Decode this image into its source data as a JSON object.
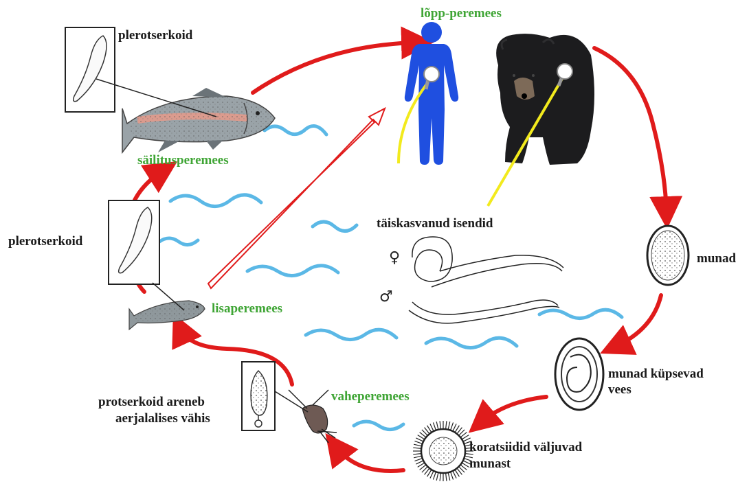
{
  "labels": {
    "definitive_host": "lõpp-peremees",
    "plerocercoid_top": "plerotserkoid",
    "paratenic_host": "säilitusperemees",
    "plerocercoid_left": "plerotserkoid",
    "second_intermediate_host": "lisaperemees",
    "adult_worms": "täiskasvanud isendid",
    "eggs": "munad",
    "eggs_mature_line1": "munad küpsevad",
    "eggs_mature_line2": "vees",
    "coracidia_line1": "koratsiidid väljuvad",
    "coracidia_line2": "munast",
    "first_intermediate_host": "vaheperemees",
    "procercoid_line1": "protserkoid areneb",
    "procercoid_line2": "aerjalalises vähis"
  },
  "symbols": {
    "female": "♀",
    "male": "♂"
  },
  "colors": {
    "arrow": "#e01b1b",
    "host_label": "#3fa535",
    "water": "#5bb8e6",
    "human": "#1f4fe0",
    "pointer": "#f2ea1d",
    "bear": "#1c1c1e"
  }
}
